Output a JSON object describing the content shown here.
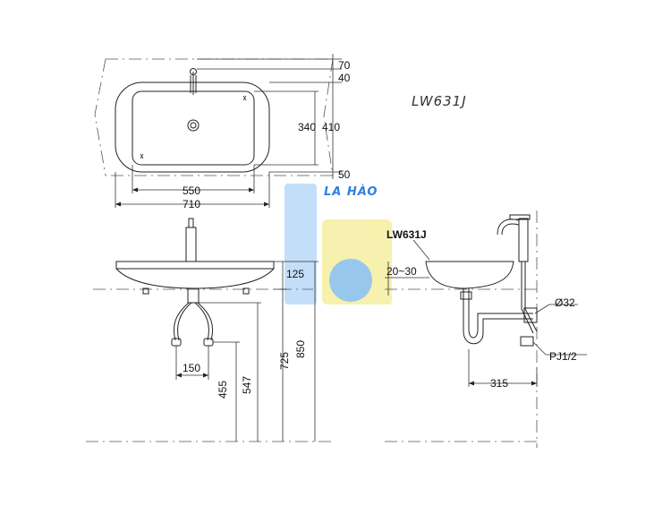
{
  "drawing": {
    "model_title": "LW631J",
    "model_label": "LW631J",
    "watermark": "LA HÀO",
    "top_view": {
      "dim_right": [
        "70",
        "40",
        "340",
        "410",
        "50"
      ],
      "dim_bottom": [
        "550",
        "710"
      ]
    },
    "front_view": {
      "dims": [
        "125",
        "150",
        "455",
        "547",
        "725",
        "850"
      ]
    },
    "side_view": {
      "dims": [
        "20~30",
        "Ø32",
        "PJ1/2",
        "315"
      ]
    }
  }
}
